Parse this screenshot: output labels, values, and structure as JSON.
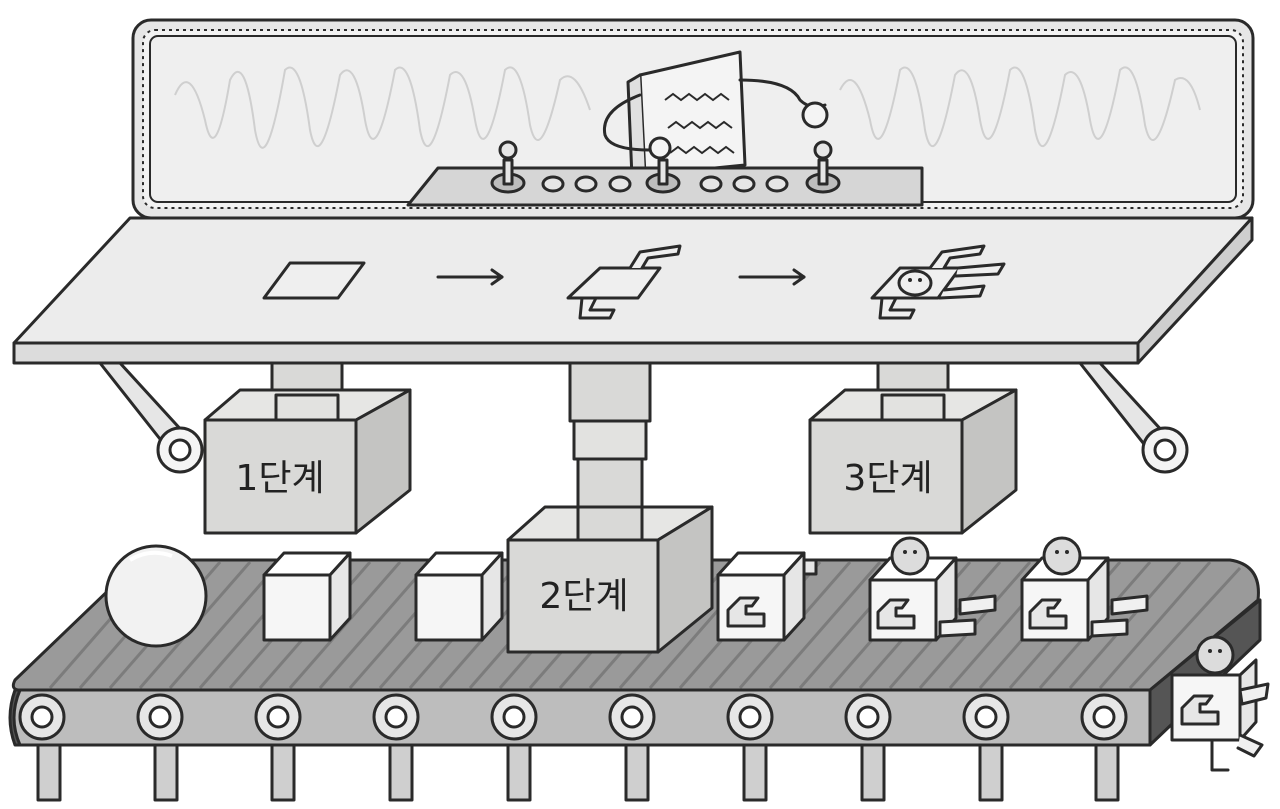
{
  "stages": [
    {
      "id": "stage-1",
      "label": "1단계"
    },
    {
      "id": "stage-2",
      "label": "2단계"
    },
    {
      "id": "stage-3",
      "label": "3단계"
    }
  ],
  "colors": {
    "panel": "#ececec",
    "panel_dark": "#d6d6d6",
    "press": "#d9d9d7",
    "press_side": "#c4c4c2",
    "belt": "#9a9a9a",
    "belt_stripe": "#7c7c7c",
    "outline": "#2a2a2a",
    "screen_bg": "#efefef",
    "scribble": "#cfcfcf"
  },
  "icons": [
    "flat-square-icon",
    "arrow-right-icon",
    "partial-robot-icon",
    "full-robot-icon"
  ]
}
